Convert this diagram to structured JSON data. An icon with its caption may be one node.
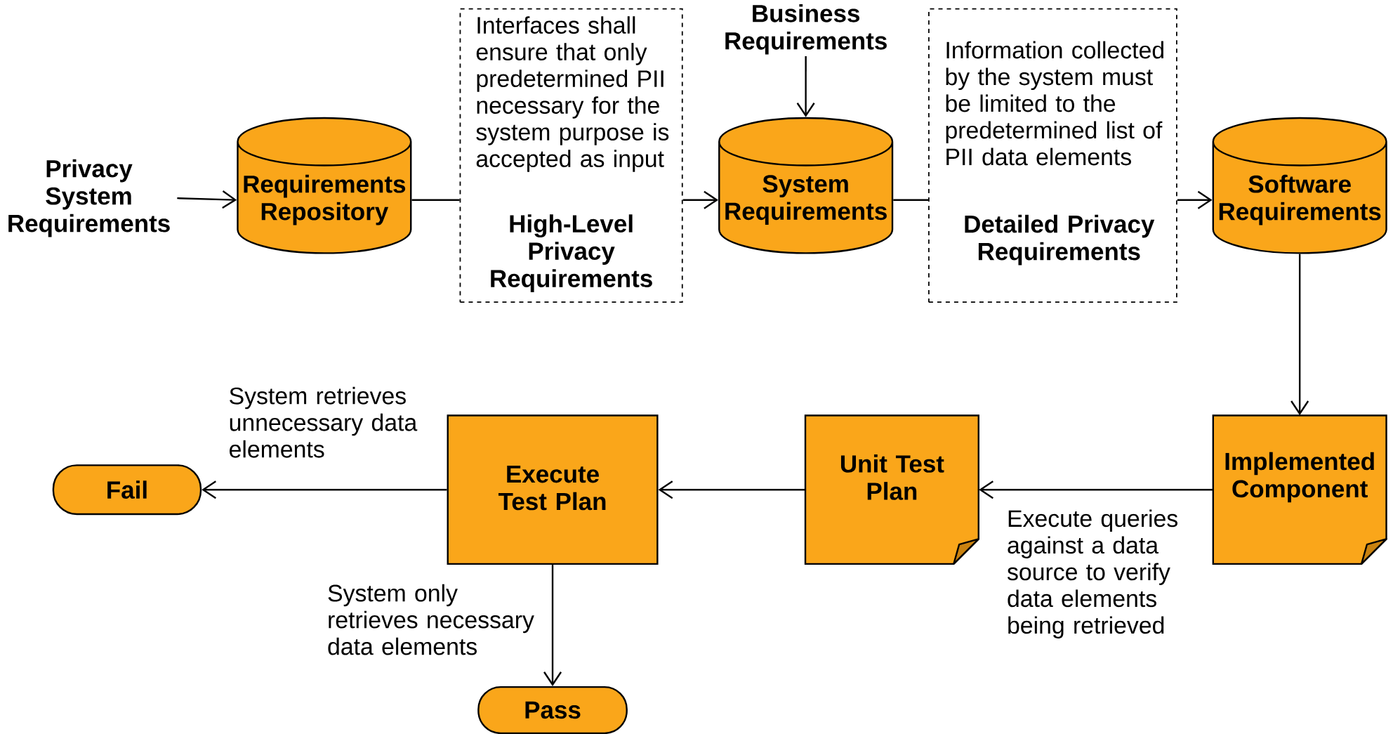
{
  "diagram": {
    "nodes": [
      {
        "text": [
          "Privacy System Requirements"
        ]
      },
      {
        "text": [
          "Requirements Repository"
        ]
      },
      {
        "text": [
          "Interfaces shall ensure that only predetermined PII necessary for the system purpose is accepted as input",
          "High-Level Privacy Requirements"
        ]
      },
      {
        "text": [
          "Business Requirements"
        ]
      },
      {
        "text": [
          "System Requirements"
        ]
      },
      {
        "text": [
          "Information collected by the system must be limited to the predetermined list of PII data elements",
          "Detailed Privacy Requirements"
        ]
      },
      {
        "text": [
          "Software Requirements"
        ]
      },
      {
        "text": [
          "Implemented Component"
        ]
      },
      {
        "text": [
          "Unit Test Plan"
        ]
      },
      {
        "text": [
          "Execute Test Plan"
        ]
      },
      {
        "text": [
          "Fail"
        ]
      },
      {
        "text": [
          "Pass"
        ]
      }
    ],
    "edges": [
      {
        "from": 0,
        "to": 1,
        "arrow": "to"
      },
      {
        "from": 1,
        "to": 2,
        "arrow": "none"
      },
      {
        "from": 2,
        "to": 4,
        "arrow": "to"
      },
      {
        "from": 3,
        "to": 4,
        "arrow": "to"
      },
      {
        "from": 4,
        "to": 5,
        "arrow": "none"
      },
      {
        "from": 5,
        "to": 6,
        "arrow": "to"
      },
      {
        "from": 6,
        "to": 7,
        "arrow": "to"
      },
      {
        "from": 7,
        "to": 8,
        "arrow": "to",
        "label": "Execute queries against a data source to verify data elements being retrieved"
      },
      {
        "from": 8,
        "to": 9,
        "arrow": "to"
      },
      {
        "from": 9,
        "to": 10,
        "arrow": "to",
        "label": "System retrieves unnecessary data elements"
      },
      {
        "from": 9,
        "to": 11,
        "arrow": "to",
        "label": "System only retrieves necessary data elements"
      }
    ]
  }
}
